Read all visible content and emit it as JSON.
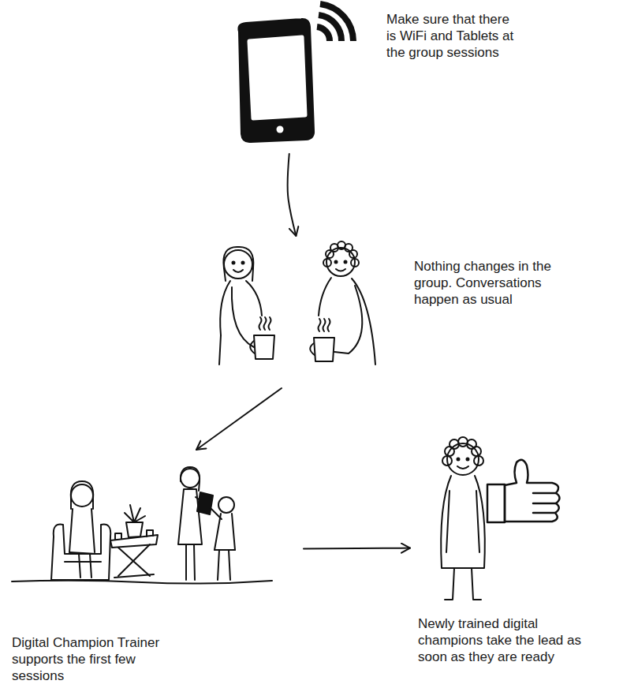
{
  "diagram": {
    "nodes": [
      {
        "text": [
          "Make sure that there is WiFi and Tablets at the group sessions"
        ]
      },
      {
        "text": [
          "Nothing changes in the group. Conversations happen as usual"
        ]
      },
      {
        "text": [
          "Digital Champion Trainer supports the first few sessions"
        ]
      },
      {
        "text": [
          "Newly trained digital champions take the lead as soon as they are ready"
        ]
      }
    ],
    "edges": [
      {
        "from": 0,
        "to": 1,
        "arrow": "to"
      },
      {
        "from": 1,
        "to": 2,
        "arrow": "to"
      },
      {
        "from": 2,
        "to": 3,
        "arrow": "to"
      }
    ]
  }
}
